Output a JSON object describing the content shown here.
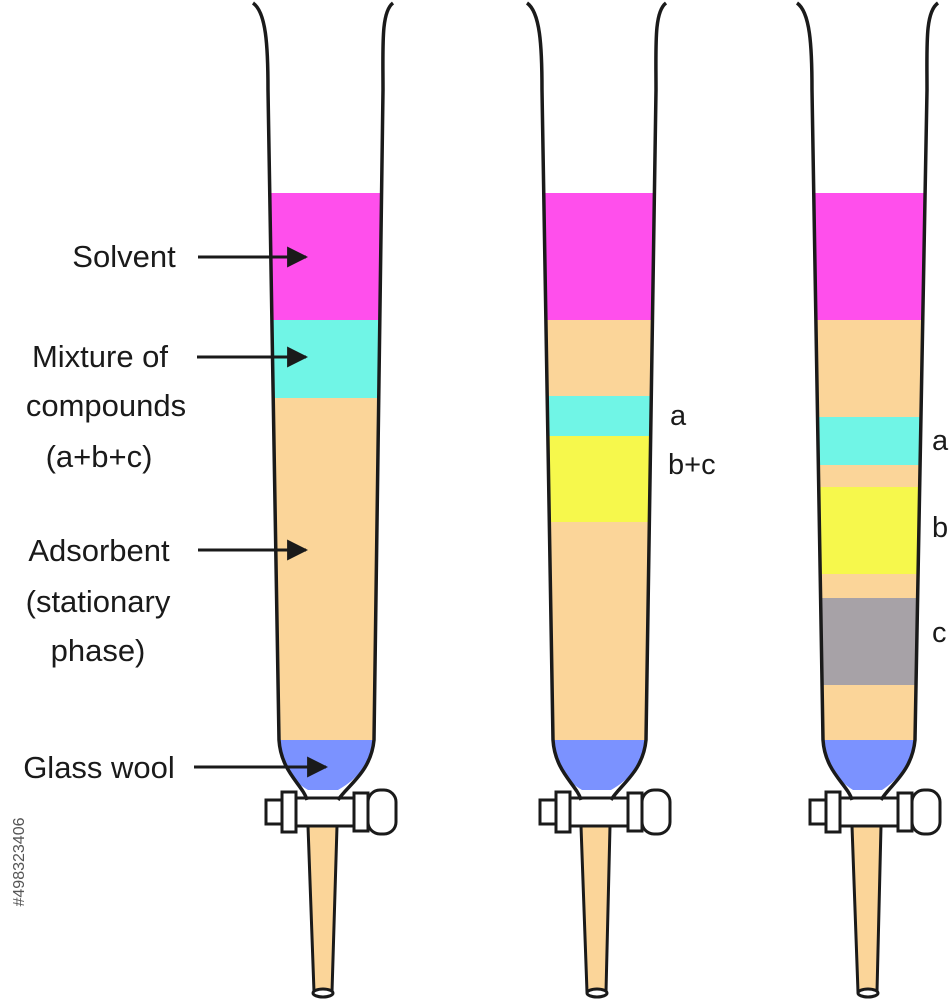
{
  "colors": {
    "solvent": "#ff4fec",
    "mixture": "#70f5e6",
    "adsorbent": "#fbd599",
    "glass_wool": "#7b92ff",
    "band_b": "#f6f84c",
    "band_c": "#a7a2a7",
    "outline": "#1a1a1a",
    "stopcock": "#ffffff"
  },
  "labels": {
    "solvent": "Solvent",
    "mixture_line1": "Mixture of",
    "mixture_line2": "compounds",
    "mixture_line3": "(a+b+c)",
    "adsorbent_line1": "Adsorbent",
    "adsorbent_line2": "(stationary",
    "adsorbent_line3": "phase)",
    "glass_wool": "Glass wool"
  },
  "column2_labels": {
    "a": "a",
    "bc": "b+c"
  },
  "column3_labels": {
    "a": "a",
    "b": "b",
    "c": "c"
  },
  "watermark": "#498323406"
}
